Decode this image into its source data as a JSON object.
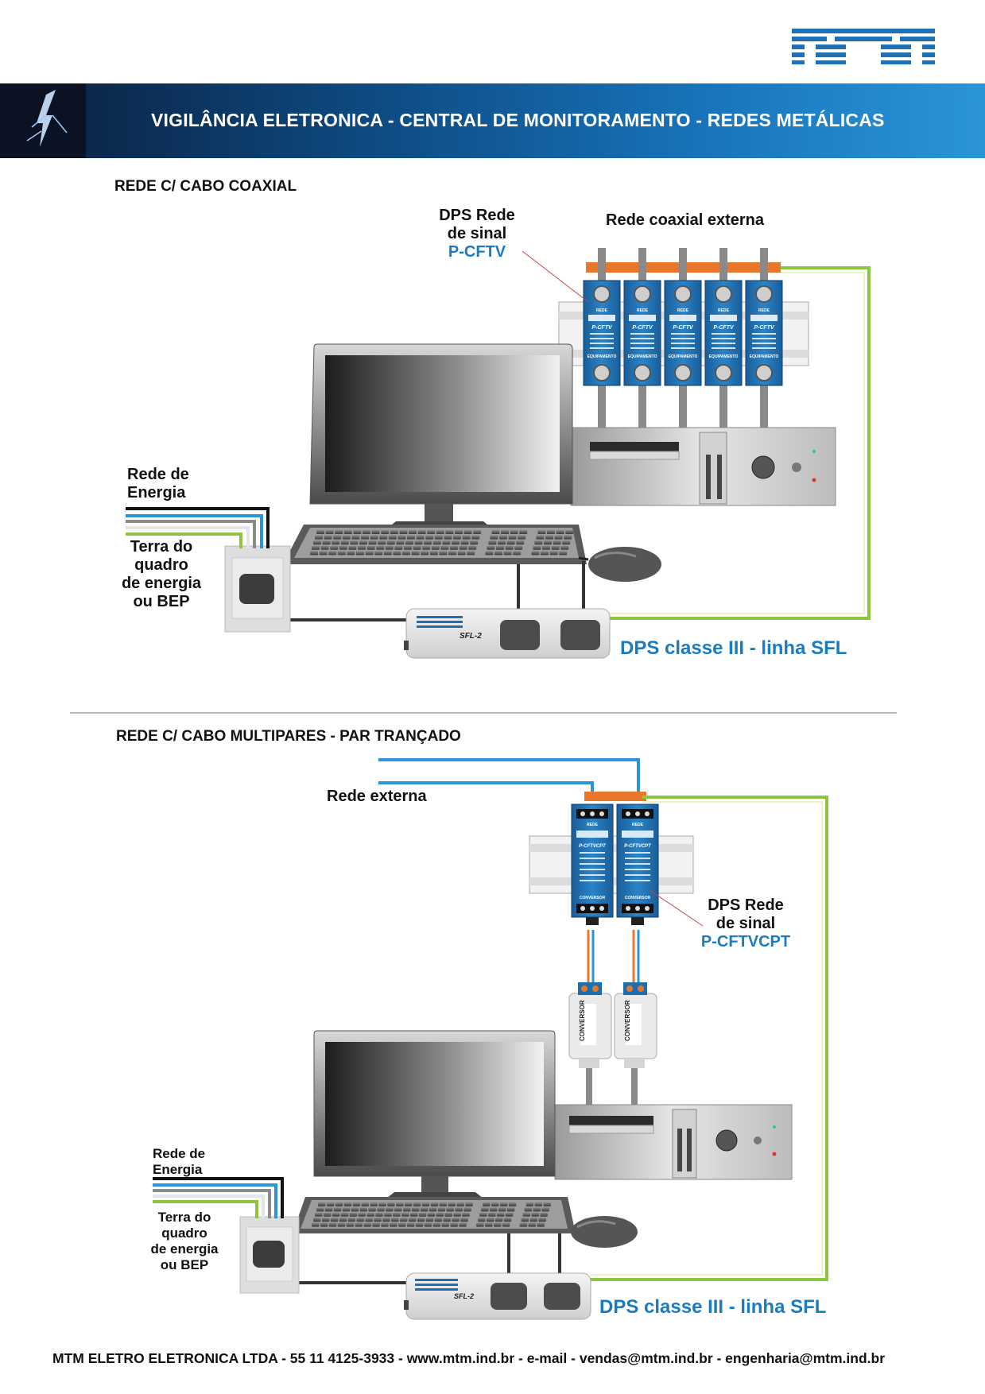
{
  "header": {
    "brand": "MTM",
    "title": "VIGILÂNCIA ELETRONICA - CENTRAL DE MONITORAMENTO - REDES METÁLICAS"
  },
  "section1": {
    "heading": "REDE C/ CABO COAXIAL",
    "dps_label_line1": "DPS Rede",
    "dps_label_line2": "de sinal",
    "dps_model": "P-CFTV",
    "coax_label": "Rede coaxial externa",
    "energy_label_line1": "Rede de",
    "energy_label_line2": "Energia",
    "ground_label_line1": "Terra do",
    "ground_label_line2": "quadro",
    "ground_label_line3": "de energia",
    "ground_label_line4": "ou BEP",
    "sfl_label": "DPS classe III - linha SFL",
    "strip_model": "SFL-2",
    "module_texts": [
      "REDE",
      "P-CFTV",
      "EQUIPAMENTO"
    ]
  },
  "section2": {
    "heading": "REDE C/ CABO MULTIPARES - PAR TRANÇADO",
    "external_label": "Rede externa",
    "dps_label_line1": "DPS Rede",
    "dps_label_line2": "de sinal",
    "dps_model": "P-CFTVCPT",
    "energy_label_line1": "Rede de",
    "energy_label_line2": "Energia",
    "ground_label_line1": "Terra do",
    "ground_label_line2": "quadro",
    "ground_label_line3": "de energia",
    "ground_label_line4": "ou BEP",
    "sfl_label": "DPS classe III - linha SFL",
    "strip_model": "SFL-2",
    "module_texts": [
      "REDE",
      "P-CFTVCPT",
      "CONVERSOR"
    ],
    "converter_label": "CONVERSOR"
  },
  "footer": {
    "text": "MTM ELETRO ELETRONICA LTDA - 55 11 4125-3933 - www.mtm.ind.br - e-mail - vendas@mtm.ind.br - engenharia@mtm.ind.br"
  },
  "colors": {
    "brand_blue": "#1a7cc0",
    "module_blue": "#1a6fb0",
    "ground_green": "#8cc63f",
    "cable_orange": "#e8762b"
  }
}
